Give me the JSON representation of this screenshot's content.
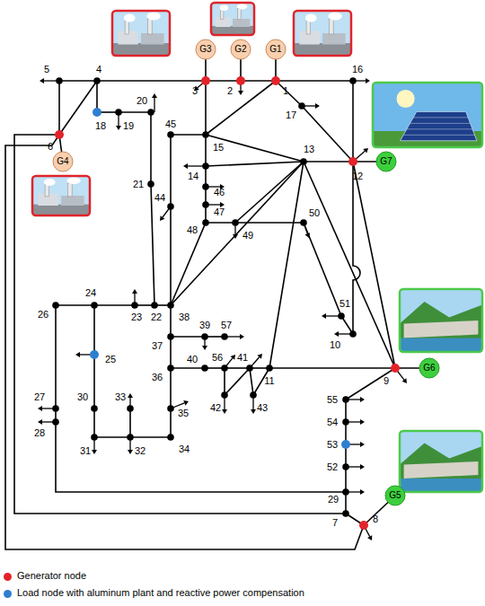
{
  "diagram": {
    "nodes": [
      {
        "text": [
          "G1"
        ]
      },
      {
        "text": [
          "G2"
        ]
      },
      {
        "text": [
          "G3"
        ]
      },
      {
        "text": [
          "G4"
        ]
      },
      {
        "text": [
          "G5"
        ]
      },
      {
        "text": [
          "G6"
        ]
      },
      {
        "text": [
          "G7"
        ]
      }
    ],
    "labels": [
      "1",
      "2",
      "3",
      "4",
      "5",
      "6",
      "7",
      "8",
      "9",
      "10",
      "11",
      "12",
      "13",
      "14",
      "15",
      "16",
      "17",
      "18",
      "19",
      "20",
      "21",
      "22",
      "23",
      "24",
      "25",
      "26",
      "27",
      "28",
      "29",
      "30",
      "31",
      "32",
      "33",
      "34",
      "35",
      "36",
      "37",
      "38",
      "39",
      "40",
      "41",
      "42",
      "43",
      "44",
      "45",
      "46",
      "47",
      "48",
      "49",
      "50",
      "51",
      "52",
      "53",
      "54",
      "55",
      "56",
      "57"
    ],
    "legend": [
      {
        "text": "Generator node",
        "color": "#e3232a"
      },
      {
        "text": "Load node with aluminum plant and reactive power compensation",
        "color": "#2f7fd0"
      }
    ]
  }
}
